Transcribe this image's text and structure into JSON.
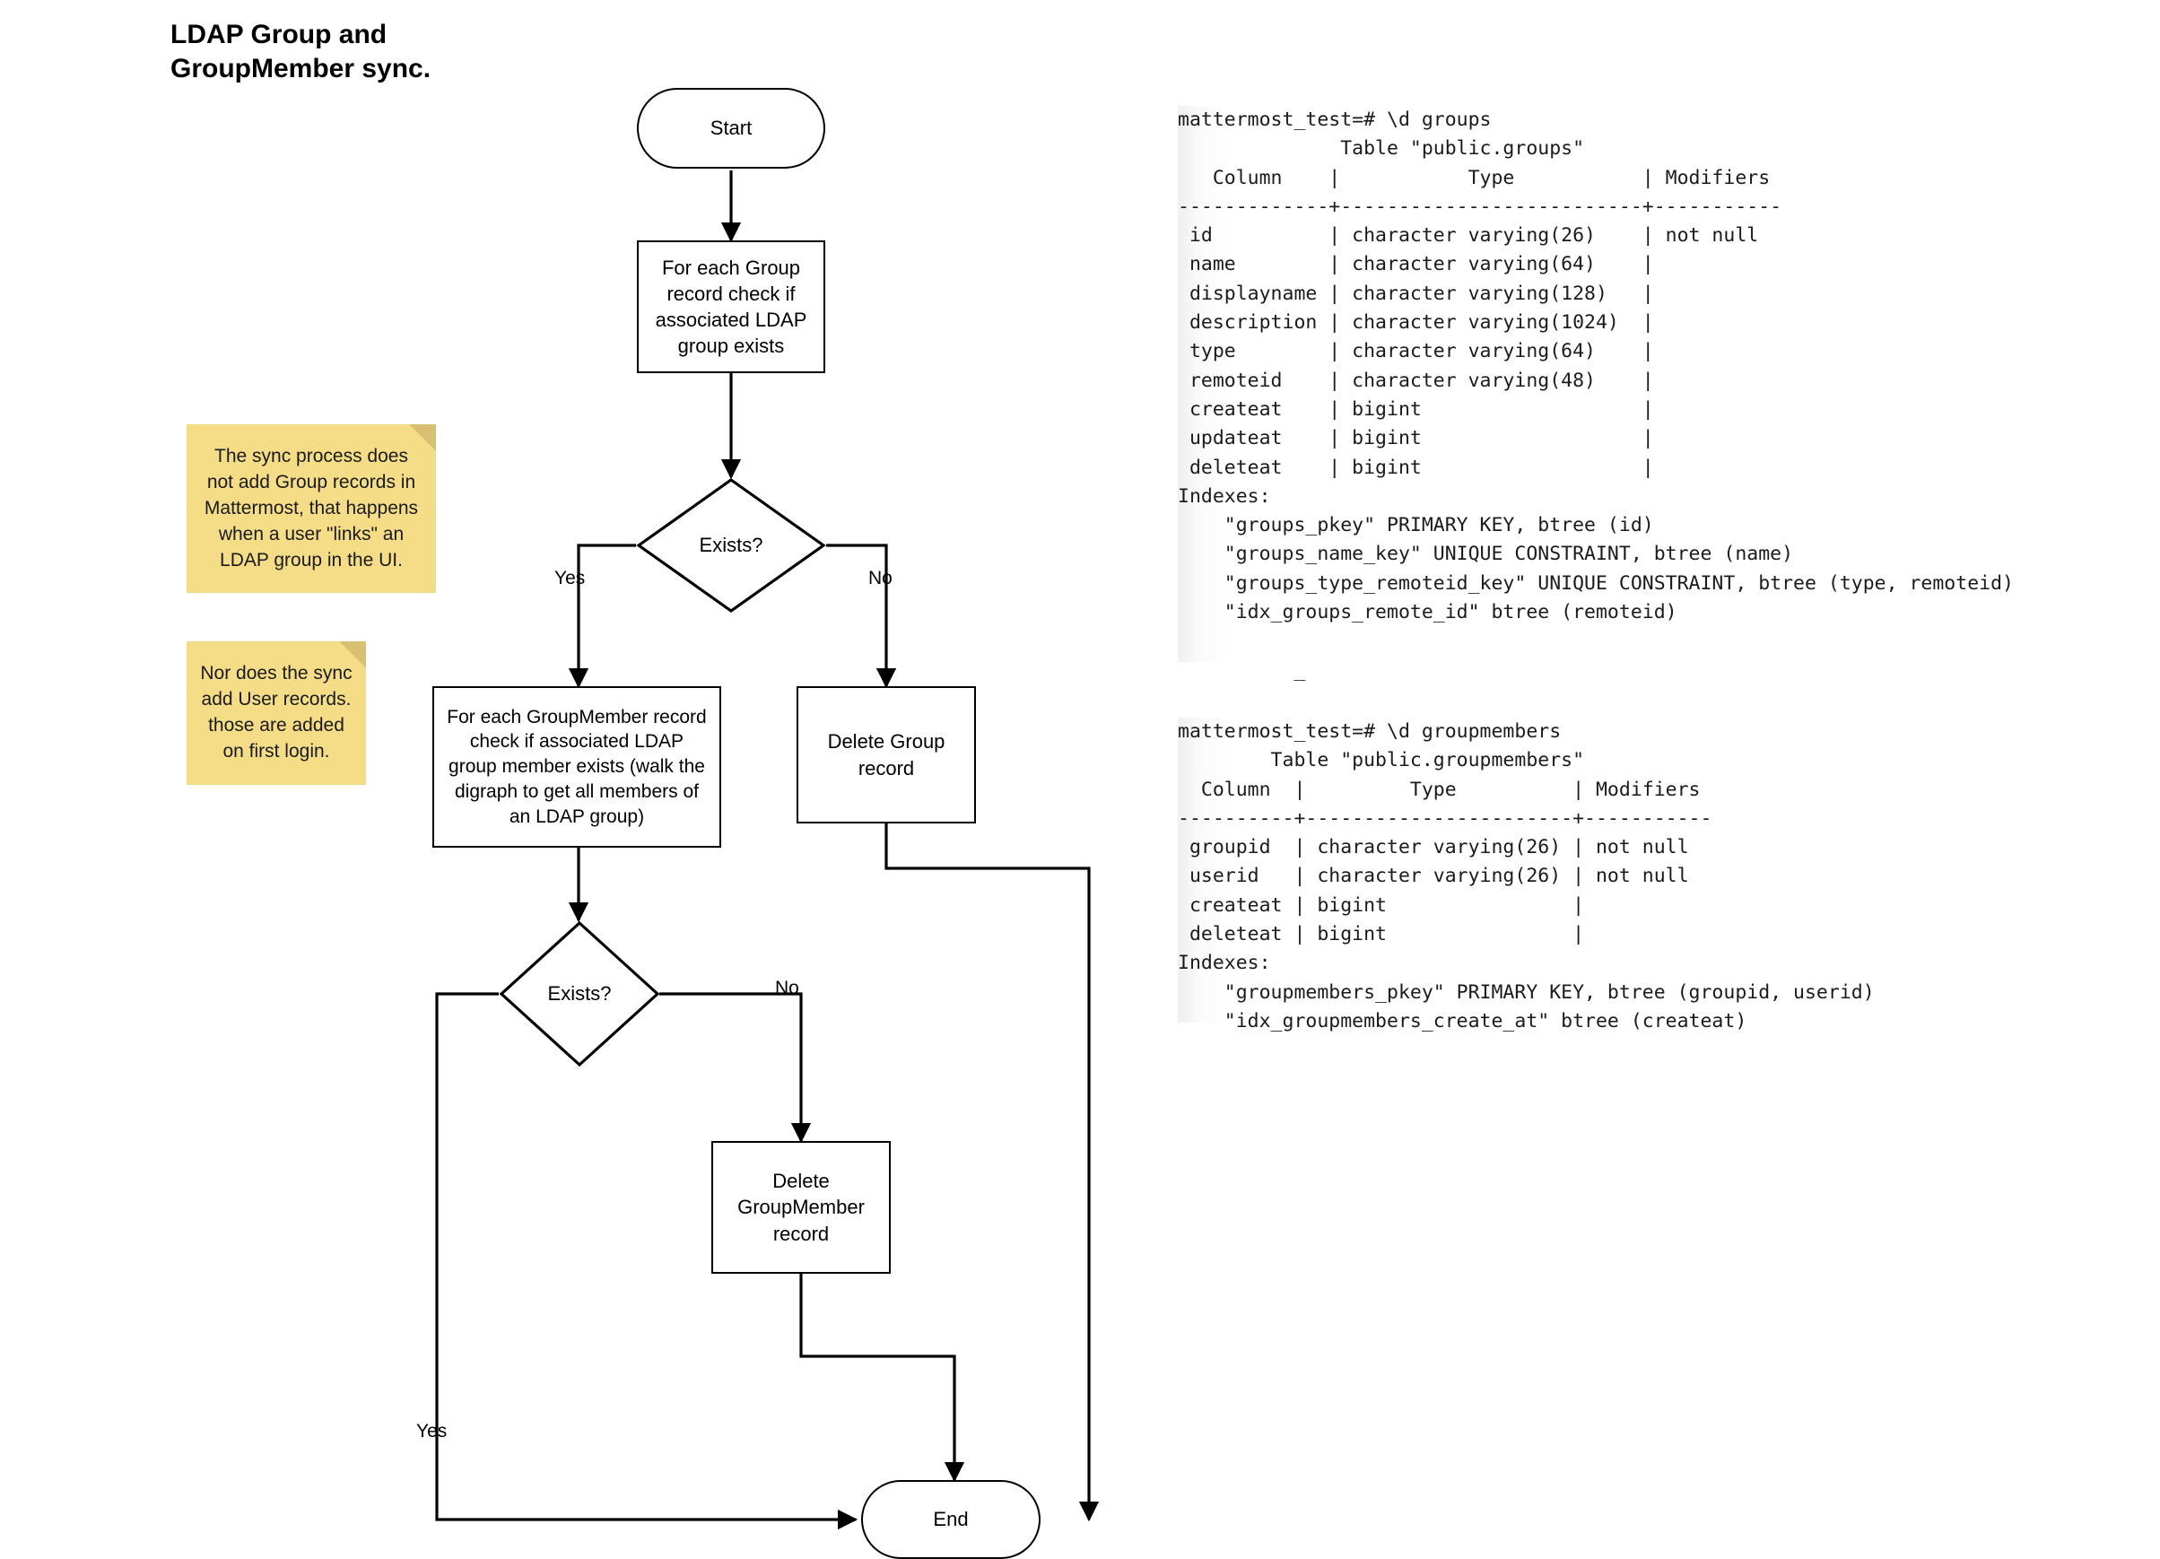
{
  "title": "LDAP Group and\nGroupMember sync.",
  "flowchart": {
    "nodes": {
      "start": "Start",
      "for_each_group": "For each Group\nrecord check if\nassociated LDAP\ngroup exists",
      "decision_one": "Exists?",
      "for_each_groupmember": "For each GroupMember record\ncheck if associated LDAP\ngroup member exists (walk the\ndigraph to get all members of\nan LDAP group)",
      "delete_group": "Delete Group\nrecord",
      "decision_two": "Exists?",
      "delete_groupmember": "Delete\nGroupMember\nrecord",
      "end": "End"
    },
    "edge_labels": {
      "d1_yes": "Yes",
      "d1_no": "No",
      "d2_no": "No",
      "d2_yes": "Yes"
    },
    "colors": {
      "node_stroke": "#000000",
      "node_fill": "#ffffff",
      "edge": "#000000",
      "note_fill": "#f5dd87",
      "note_fold": "#d8c072"
    }
  },
  "notes": [
    {
      "id": "note-sync-no-group-records",
      "text": "The sync process does\nnot add Group records in\nMattermost, that happens\nwhen a user \"links\" an\nLDAP group in the UI."
    },
    {
      "id": "note-sync-no-user-records",
      "text": "Nor does the sync\nadd User records.\nthose are added\non first login."
    }
  ],
  "terminals": [
    {
      "id": "groups-table",
      "prompt": "mattermost_test=# \\d groups",
      "text": "mattermost_test=# \\d groups\n              Table \"public.groups\"\n   Column    |           Type           | Modifiers\n-------------+--------------------------+-----------\n id          | character varying(26)    | not null\n name        | character varying(64)    |\n displayname | character varying(128)   |\n description | character varying(1024)  |\n type        | character varying(64)    |\n remoteid    | character varying(48)    |\n createat    | bigint                   |\n updateat    | bigint                   |\n deleteat    | bigint                   |\nIndexes:\n    \"groups_pkey\" PRIMARY KEY, btree (id)\n    \"groups_name_key\" UNIQUE CONSTRAINT, btree (name)\n    \"groups_type_remoteid_key\" UNIQUE CONSTRAINT, btree (type, remoteid)\n    \"idx_groups_remote_id\" btree (remoteid)\n\n          _"
    },
    {
      "id": "groupmembers-table",
      "prompt": "mattermost_test=# \\d groupmembers",
      "text": "mattermost_test=# \\d groupmembers\n        Table \"public.groupmembers\"\n  Column  |         Type          | Modifiers\n----------+-----------------------+-----------\n groupid  | character varying(26) | not null\n userid   | character varying(26) | not null\n createat | bigint                |\n deleteat | bigint                |\nIndexes:\n    \"groupmembers_pkey\" PRIMARY KEY, btree (groupid, userid)\n    \"idx_groupmembers_create_at\" btree (createat)"
    }
  ]
}
